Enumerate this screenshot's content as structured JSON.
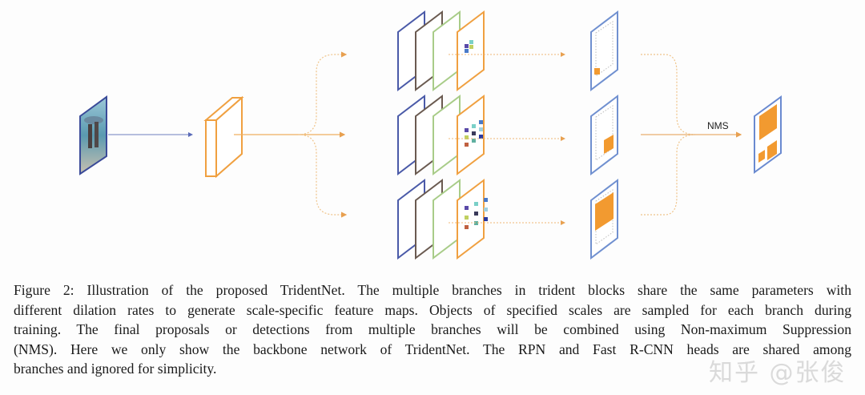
{
  "figure": {
    "nms_label": "NMS",
    "colors": {
      "input_blue": "#4a5aa8",
      "orange": "#f0a040",
      "orange_fill": "#f29a30",
      "green": "#a8cc88",
      "brown": "#6a5a50",
      "blue_map": "#7090d0"
    },
    "icons": [
      "input-image",
      "backbone-block",
      "feature-map-stack",
      "detection-map",
      "final-detection-map"
    ]
  },
  "caption": {
    "lines": [
      "Figure 2: Illustration of the proposed TridentNet. The multiple branches in trident blocks share the same parameters with",
      "different dilation rates to generate scale-specific feature maps. Objects of specified scales are sampled for each branch during",
      "training. The final proposals or detections from multiple branches will be combined using Non-maximum Suppression",
      "(NMS). Here we only show the backbone network of TridentNet. The RPN and Fast R-CNN heads are shared among",
      "branches and ignored for simplicity."
    ]
  },
  "watermark": "知乎 @张俊"
}
